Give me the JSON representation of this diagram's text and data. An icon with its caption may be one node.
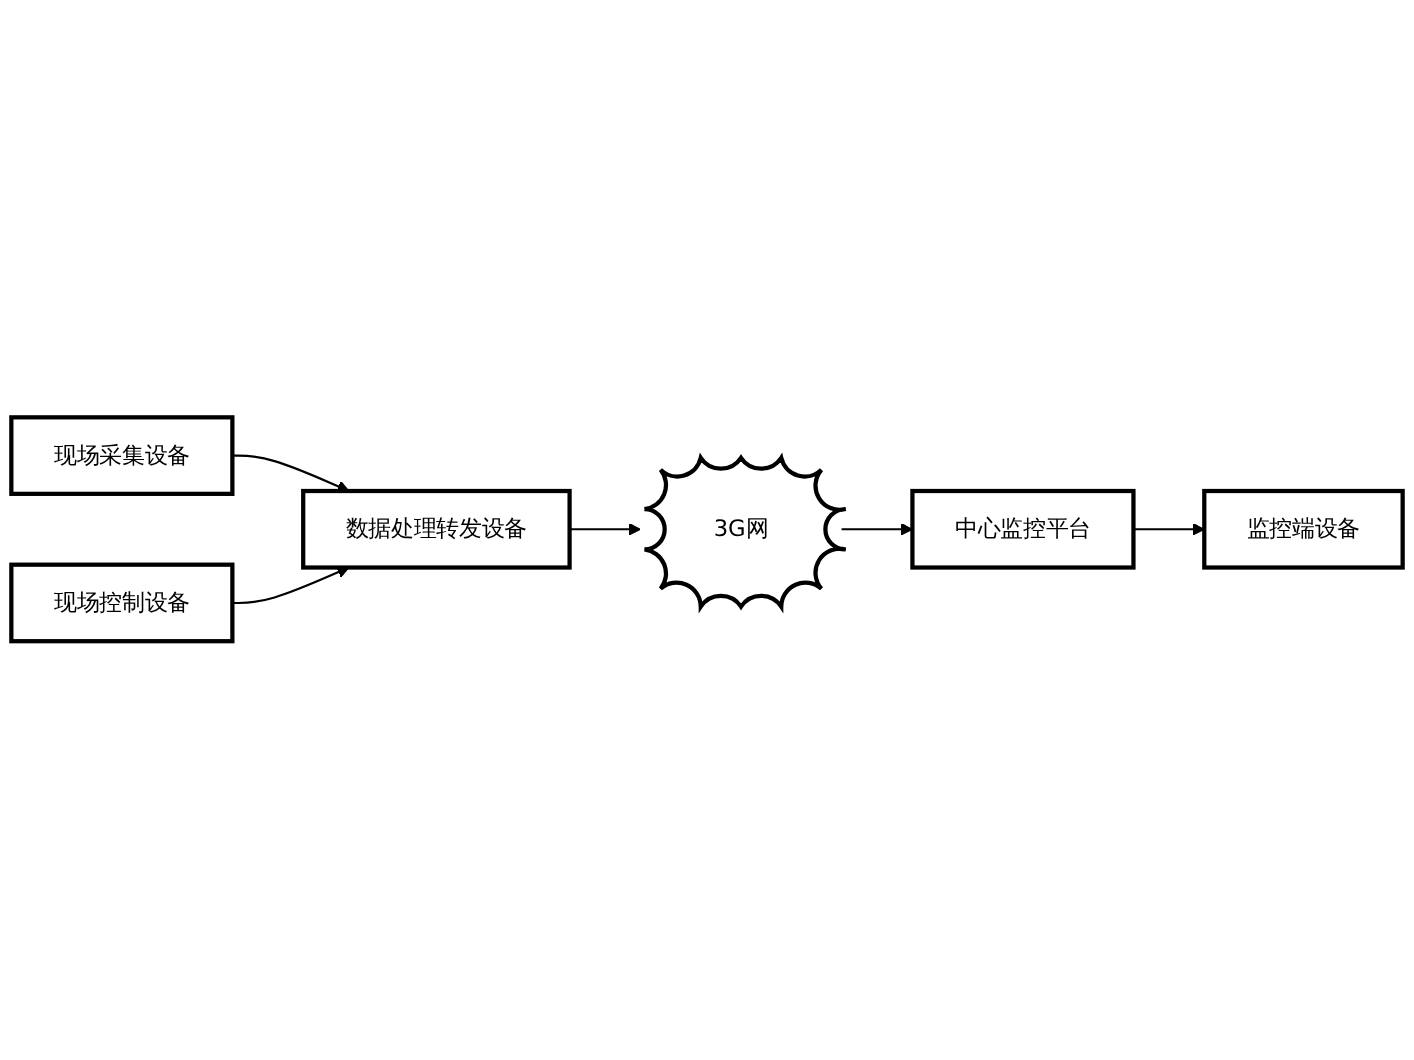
{
  "diagram": {
    "nodes": [
      {
        "text": [
          "现场采集设备"
        ]
      },
      {
        "text": [
          "现场控制设备"
        ]
      },
      {
        "text": [
          "数据处理转发设备"
        ]
      },
      {
        "text": [
          "3G网"
        ]
      },
      {
        "text": [
          "中心监控平台"
        ]
      },
      {
        "text": [
          "监控端设备"
        ]
      }
    ],
    "edges": [
      {
        "from": 0,
        "to": 2,
        "arrow": "to"
      },
      {
        "from": 1,
        "to": 2,
        "arrow": "to"
      },
      {
        "from": 2,
        "to": 3,
        "arrow": "to"
      },
      {
        "from": 3,
        "to": 4,
        "arrow": "to"
      },
      {
        "from": 4,
        "to": 5,
        "arrow": "to"
      }
    ]
  }
}
